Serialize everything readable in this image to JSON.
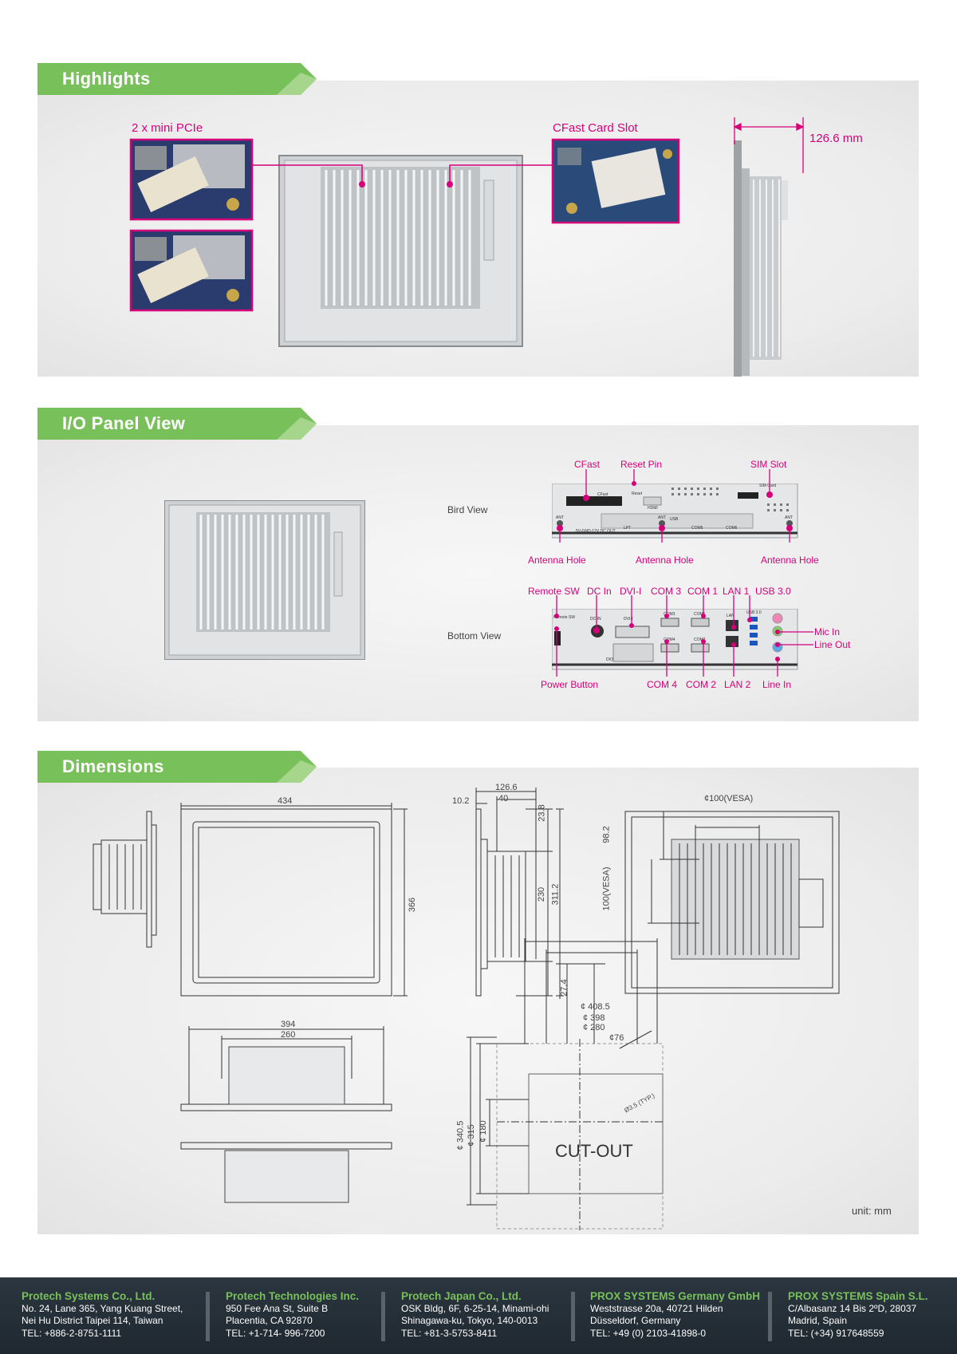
{
  "sections": {
    "highlights": "Highlights",
    "io_panel": "I/O Panel View",
    "dimensions": "Dimensions"
  },
  "highlights": {
    "mini_pcie": "2 x mini PCIe",
    "cfast_slot": "CFast Card Slot",
    "depth": "126.6 mm"
  },
  "io": {
    "bird_view": "Bird View",
    "bottom_view": "Bottom View",
    "bird_labels_top": [
      "CFast",
      "Reset Pin",
      "SIM Slot"
    ],
    "bird_labels_bottom": [
      "Antenna Hole",
      "Antenna Hole",
      "Antenna Hole"
    ],
    "bottom_labels_top": [
      "Remote SW",
      "DC In",
      "DVI-I",
      "COM 3",
      "COM 1",
      "LAN 1",
      "USB 3.0"
    ],
    "bottom_labels_right": [
      "Mic In",
      "Line Out"
    ],
    "bottom_labels_bottom": [
      "Power Button",
      "COM 4",
      "COM 2",
      "LAN 2",
      "Line In"
    ],
    "panel_text": {
      "cfast": "CFast",
      "reset": "Reset",
      "hdmi": "HDMI",
      "usb": "USB",
      "sim": "SIM Card",
      "ant": "ANT",
      "lpt": "LPT",
      "com5": "COM5",
      "com6": "COM6",
      "dcout": "5V-GND-12V  DC OUT",
      "remote": "Remote SW",
      "dcin": "DC IN",
      "dvi": "DVI-I",
      "com3": "COM3",
      "com1": "COM1",
      "com4": "COM4",
      "com2": "COM2",
      "lan": "LAN",
      "usb3": "USB 3.0",
      "dio": "DIO"
    }
  },
  "dimensions": {
    "w434": "434",
    "h366": "366",
    "d126": "126.6",
    "d40": "40",
    "d10": "10.2",
    "d23": "23.8",
    "d230": "230",
    "d311": "311.2",
    "d27": "27.4",
    "vesa100h": "¢100(VESA)",
    "vesa98": "98.2",
    "vesa100v": "100(VESA)",
    "w394": "394",
    "w260": "260",
    "c408": "¢ 408.5",
    "c398": "¢ 398",
    "c280": "¢ 280",
    "c76": "¢76",
    "c340": "¢ 340.5",
    "c315": "¢ 315",
    "c180": "¢ 180",
    "hole": "Ø3.5 (TYP.)",
    "cutout": "CUT-OUT",
    "unit": "unit: mm"
  },
  "footer": [
    {
      "name": "Protech Systems Co., Ltd.",
      "lines": [
        "No. 24, Lane 365, Yang Kuang Street,",
        "Nei Hu District Taipei 114, Taiwan",
        "TEL: +886-2-8751-1111"
      ]
    },
    {
      "name": "Protech Technologies Inc.",
      "lines": [
        "950 Fee Ana St, Suite B",
        "Placentia, CA 92870",
        "TEL: +1-714- 996-7200"
      ]
    },
    {
      "name": "Protech Japan Co., Ltd.",
      "lines": [
        "OSK Bldg, 6F, 6-25-14, Minami-ohi",
        "Shinagawa-ku, Tokyo, 140-0013",
        "TEL: +81-3-5753-8411"
      ]
    },
    {
      "name": "PROX SYSTEMS Germany GmbH",
      "lines": [
        "Weststrasse 20a, 40721 Hilden",
        "Düsseldorf, Germany",
        "TEL: +49 (0) 2103-41898-0"
      ]
    },
    {
      "name": "PROX SYSTEMS Spain S.L.",
      "lines": [
        "C/Albasanz 14 Bis 2ºD, 28037",
        "Madrid, Spain",
        "TEL: (+34) 917648559"
      ]
    }
  ],
  "colors": {
    "accent": "#d6007a",
    "banner_green": "#78c05a",
    "footer_bg": "#1f2830"
  }
}
